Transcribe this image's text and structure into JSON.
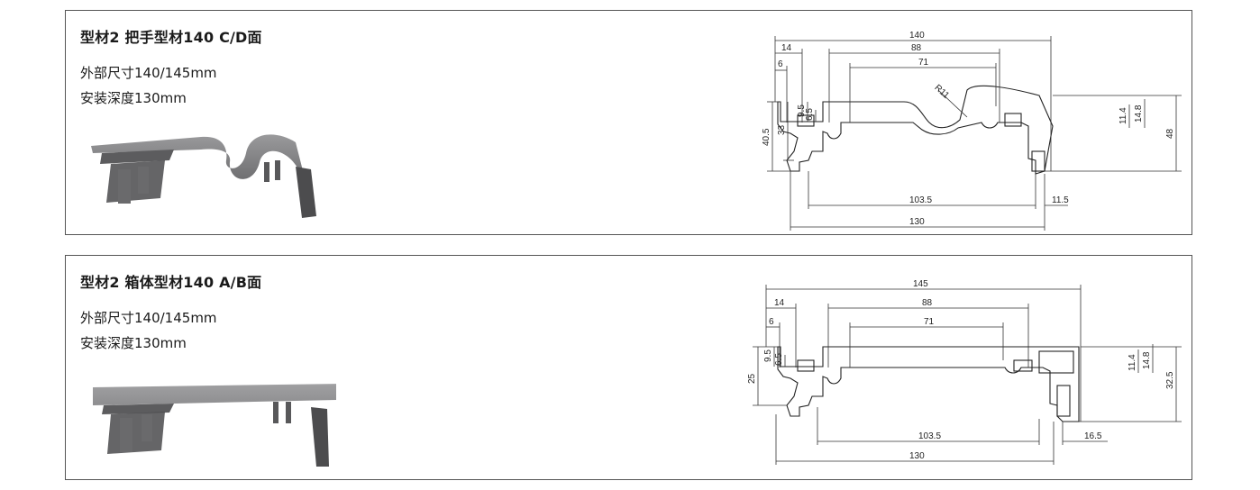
{
  "panels": [
    {
      "title": "型材2  把手型材140 C/D面",
      "spec_outer": "外部尺寸140/145mm",
      "spec_depth": "安装深度130mm",
      "dims": {
        "top": "140",
        "d88": "88",
        "d71": "71",
        "d14": "14",
        "d6": "6",
        "r": "R11",
        "h95": "9.5",
        "h65": "6.5",
        "h33": "33",
        "h405": "40.5",
        "h114": "11.4",
        "h148": "14.8",
        "h48": "48",
        "w1035": "103.5",
        "w115": "11.5",
        "w130": "130"
      }
    },
    {
      "title": "型材2  箱体型材140 A/B面",
      "spec_outer": "外部尺寸140/145mm",
      "spec_depth": "安装深度130mm",
      "dims": {
        "top": "145",
        "d88": "88",
        "d71": "71",
        "d14": "14",
        "d6": "6",
        "h95": "9.5",
        "h65": "6.5",
        "h25": "25",
        "h114": "11.4",
        "h148": "14.8",
        "h325": "32.5",
        "w1035": "103.5",
        "w165": "16.5",
        "w130": "130"
      }
    }
  ],
  "colors": {
    "border": "#555555",
    "profile_metal": "#6e6e70",
    "line": "#333333"
  }
}
